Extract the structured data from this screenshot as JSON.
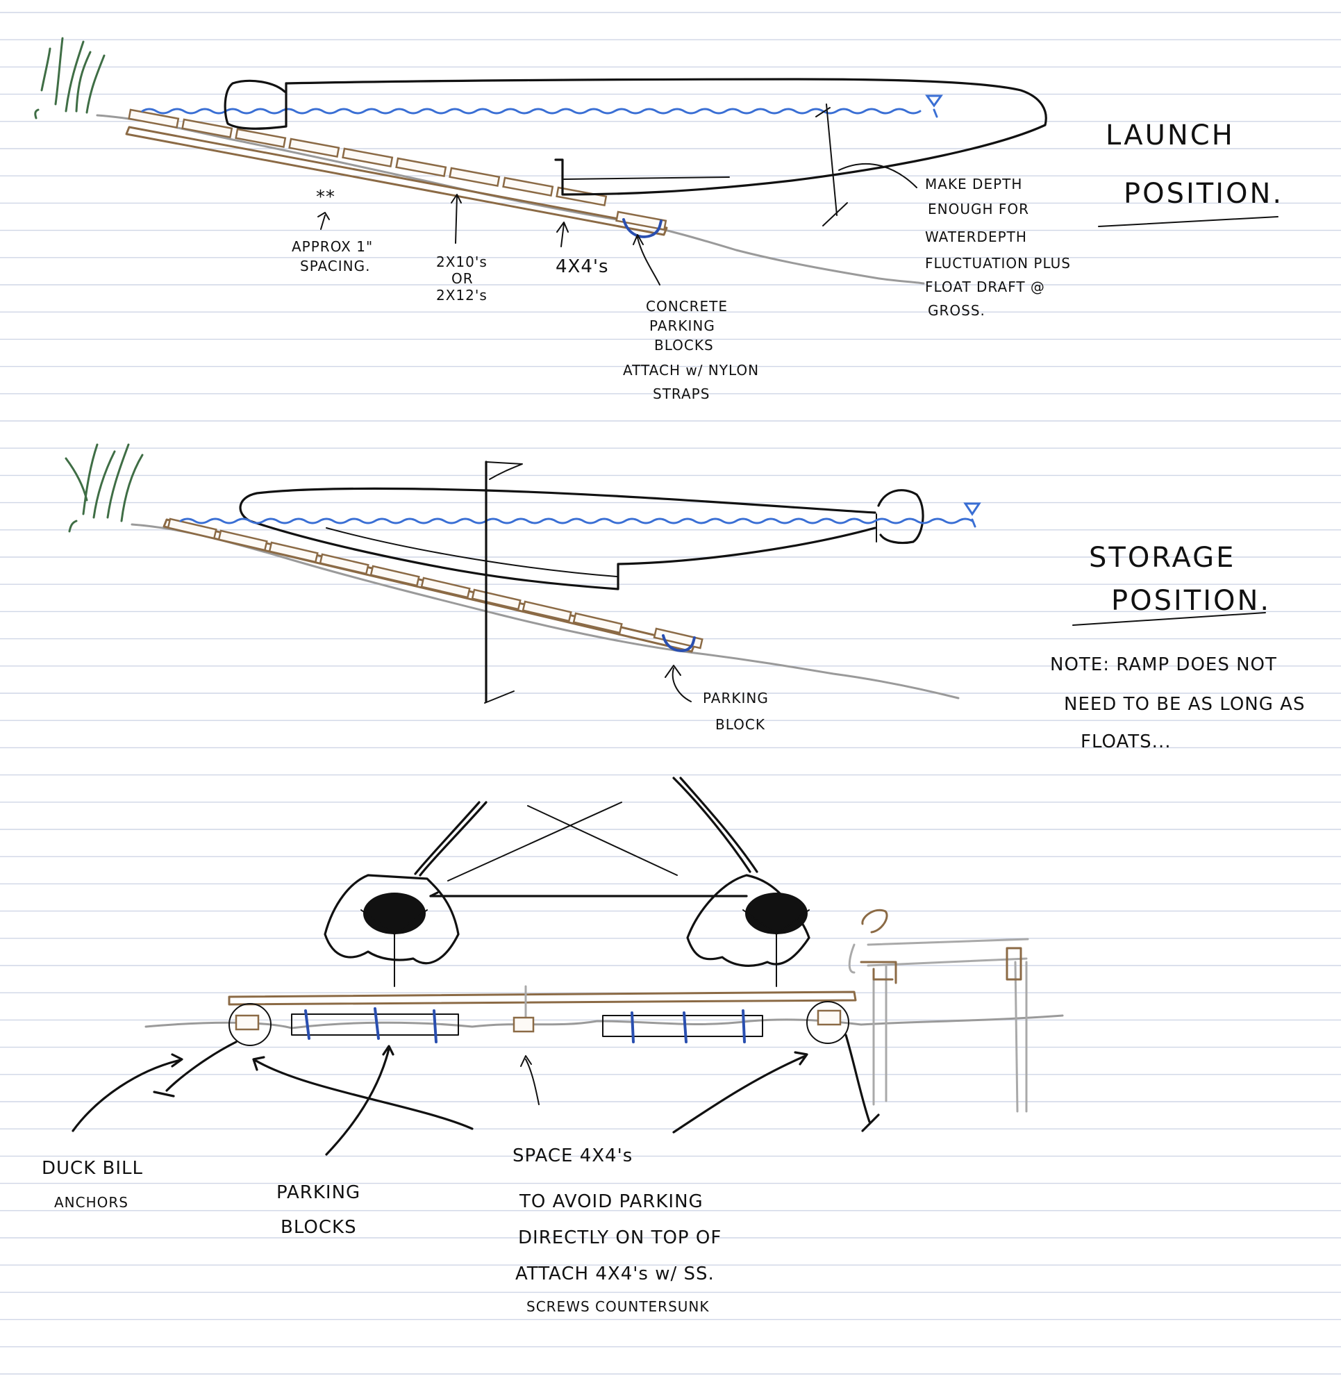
{
  "launch": {
    "title_line1": "LAUNCH",
    "title_line2": "POSITION.",
    "label_spacing_mark": "**",
    "label_spacing_1": "APPROX 1\"",
    "label_spacing_2": "SPACING.",
    "label_boards_1": "2X10's",
    "label_boards_2": "OR",
    "label_boards_3": "2X12's",
    "label_4x4": "4X4's",
    "label_blocks_1": "CONCRETE",
    "label_blocks_2": "PARKING",
    "label_blocks_3": "BLOCKS",
    "label_blocks_4": "ATTACH w/ NYLON",
    "label_blocks_5": "STRAPS",
    "note_depth_1": "MAKE DEPTH",
    "note_depth_2": "ENOUGH FOR",
    "note_depth_3": "WATERDEPTH",
    "note_depth_4": "FLUCTUATION PLUS",
    "note_depth_5": "FLOAT DRAFT @",
    "note_depth_6": "GROSS."
  },
  "storage": {
    "title_line1": "STORAGE",
    "title_line2": "POSITION.",
    "note_1": "NOTE: RAMP DOES NOT",
    "note_2": "NEED TO BE AS LONG AS",
    "note_3": "FLOATS...",
    "label_block_1": "PARKING",
    "label_block_2": "BLOCK"
  },
  "front": {
    "label_anchors_1": "DUCK BILL",
    "label_anchors_2": "ANCHORS",
    "label_blocks_1": "PARKING",
    "label_blocks_2": "BLOCKS",
    "note_1": "SPACE 4X4's",
    "note_2": "TO AVOID PARKING",
    "note_3": "DIRECTLY ON TOP OF",
    "note_4": "ATTACH 4X4's w/ SS.",
    "note_5": "SCREWS COUNTERSUNK"
  },
  "colors": {
    "paper": "#ffffff",
    "rule_lines": "#cfd6e6",
    "ink": "#111111",
    "water": "#3a6fd4",
    "wood": "#8b6a45",
    "ground": "#9a9a9a",
    "strap": "#2a4fb0",
    "grass": "#3f6e45"
  }
}
